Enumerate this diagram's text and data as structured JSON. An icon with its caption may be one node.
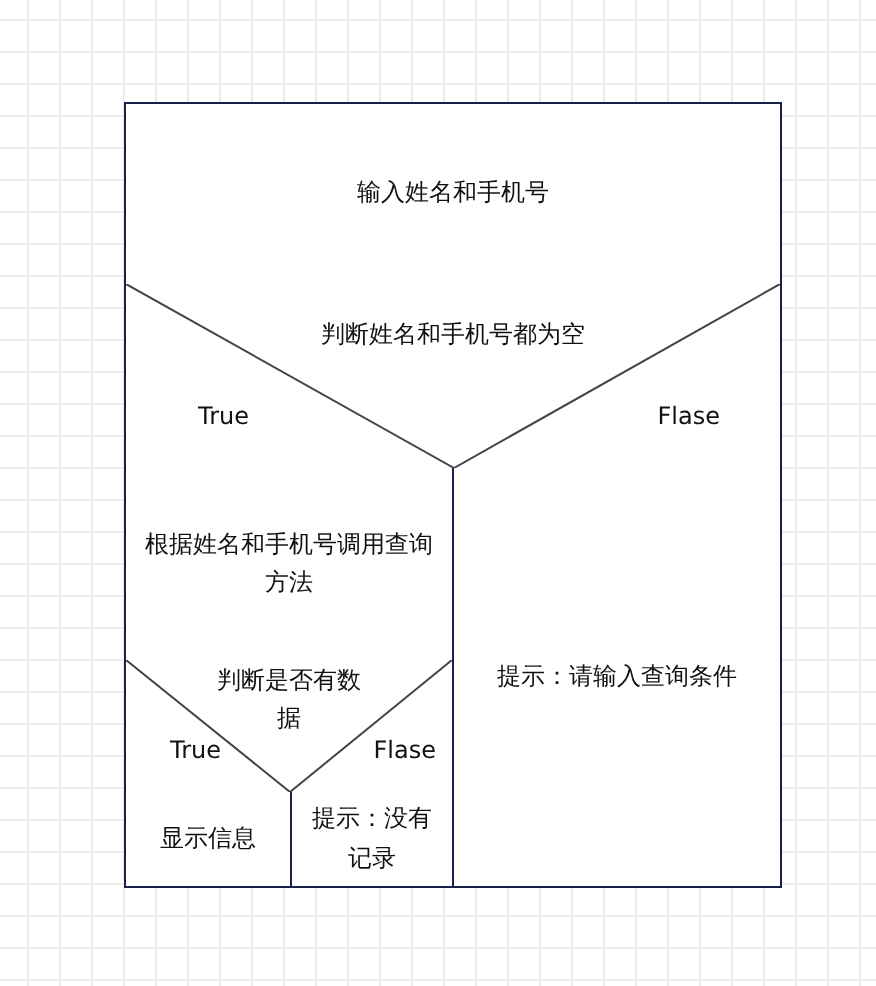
{
  "diagram": {
    "nodes": [
      {
        "text": [
          "输入姓名和手机号"
        ]
      },
      {
        "text": [
          "判断姓名和手机号都为空",
          "True",
          "Flase"
        ]
      },
      {
        "text": [
          "根据姓名和手机号调用查询方法"
        ]
      },
      {
        "text": [
          "判断是否有数据",
          "True",
          "Flase"
        ]
      },
      {
        "text": [
          "显示信息"
        ]
      },
      {
        "text": [
          "提示：没有记录"
        ]
      },
      {
        "text": [
          "提示：请输入查询条件"
        ]
      }
    ]
  }
}
